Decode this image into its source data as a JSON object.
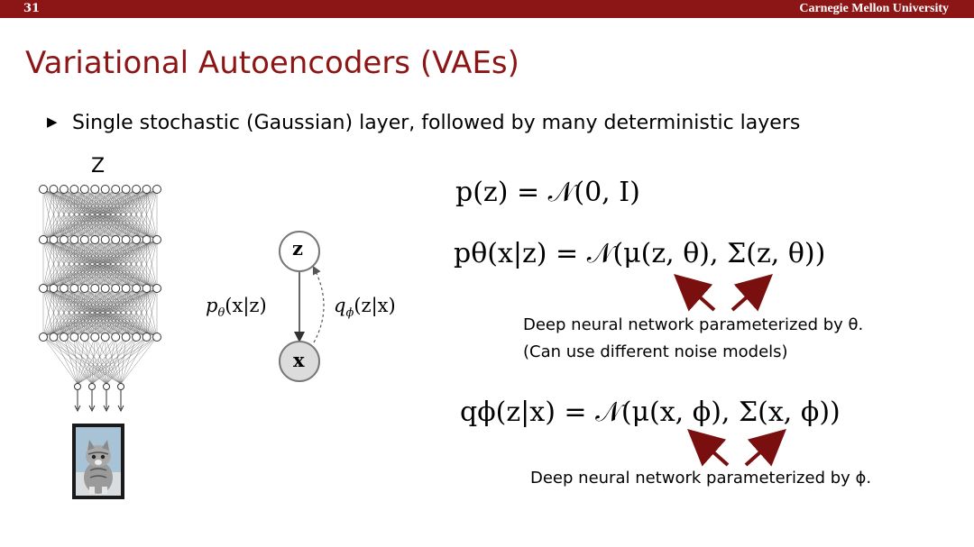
{
  "header": {
    "slide_number": "31",
    "university": "Carnegie Mellon University",
    "bar_color": "#8c1515"
  },
  "title": "Variational Autoencoders (VAEs)",
  "bullet": "Single stochastic (Gaussian) layer, followed by many deterministic layers",
  "network": {
    "top_label": "Z",
    "image_icon": "kitten-photo"
  },
  "graphical_model": {
    "latent_node": "z",
    "observed_node": "x",
    "left_label_parts": [
      "p",
      "θ",
      "(x|z)"
    ],
    "right_label_parts": [
      "q",
      "ϕ",
      "(z|x)"
    ]
  },
  "equations": {
    "prior": "p(z) = 𝒩(0, I)",
    "likelihood": "pθ(x|z) = 𝒩(μ(z, θ), Σ(z, θ))",
    "posterior": "qϕ(z|x) = 𝒩(μ(x, ϕ), Σ(x, ϕ))"
  },
  "notes": {
    "decoder_line1": "Deep neural network parameterized by θ.",
    "decoder_line2": "(Can use different noise models)",
    "encoder_line1": "Deep neural network parameterized by ϕ."
  },
  "colors": {
    "accent": "#8c1515",
    "arrow": "#7a0f0f"
  }
}
